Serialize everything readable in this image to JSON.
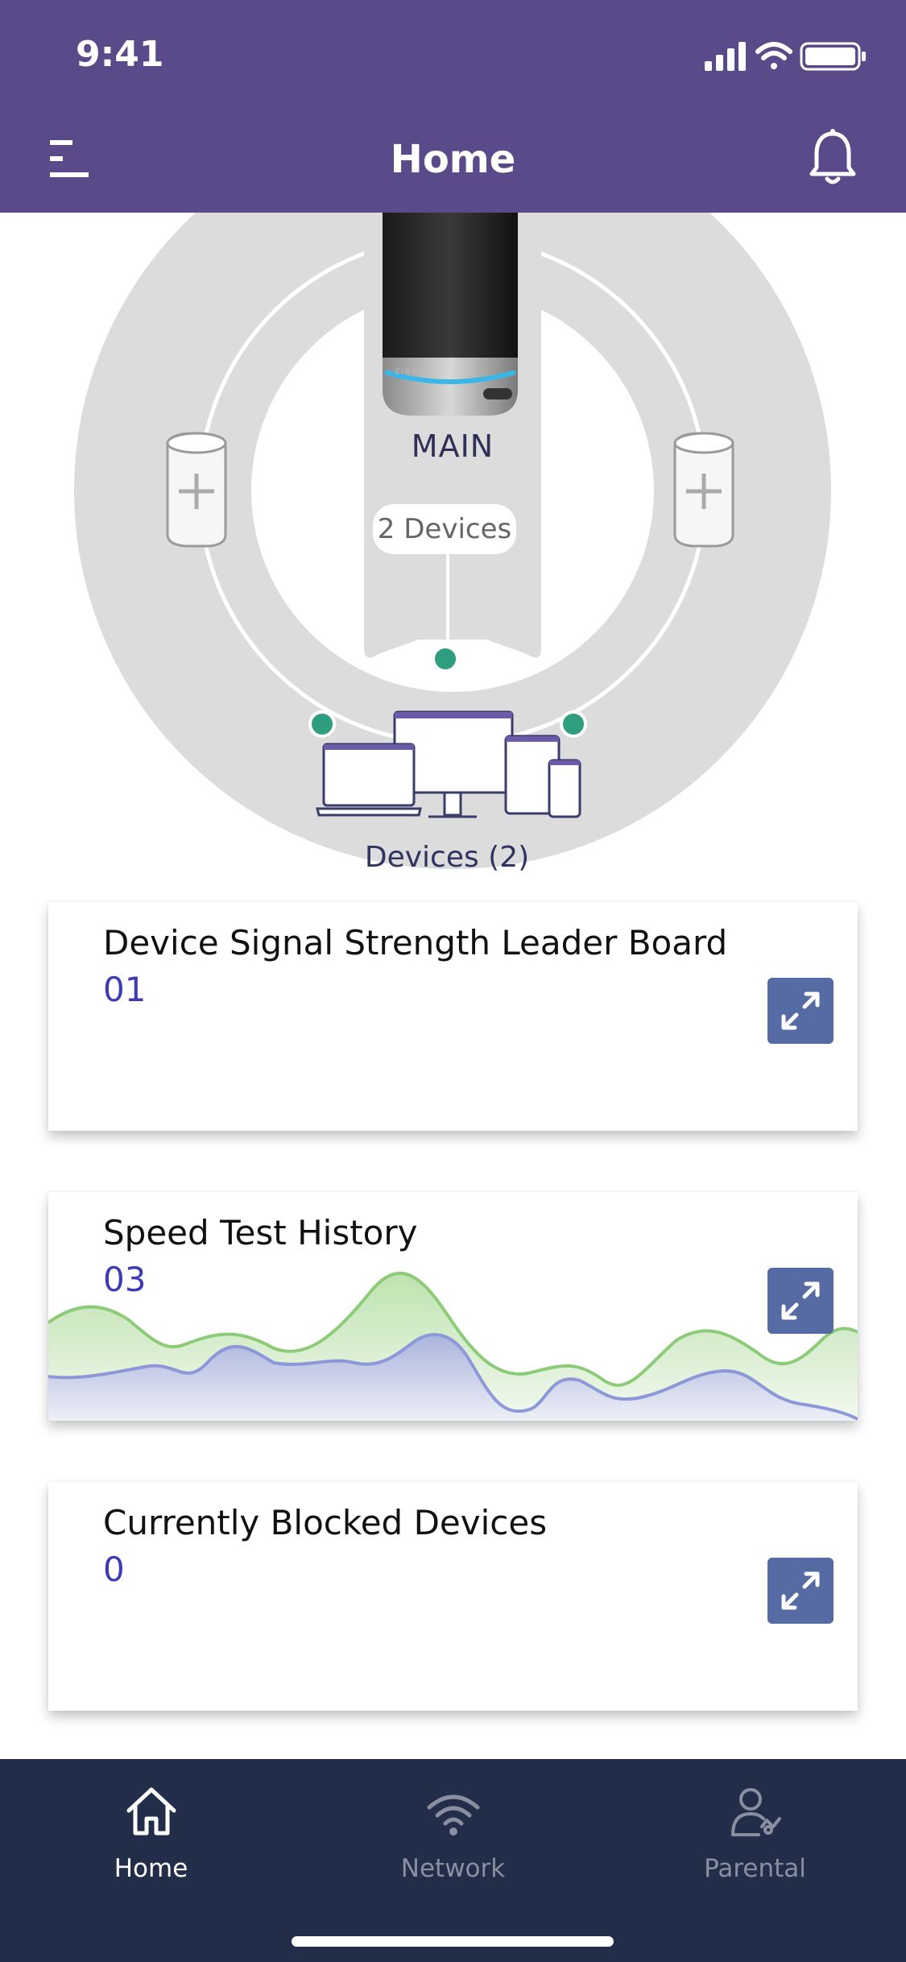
{
  "status_bar": {
    "time": "9:41"
  },
  "nav": {
    "title": "Home"
  },
  "network_map": {
    "router_label": "MAIN",
    "device_count_label": "2 Devices",
    "devices_caption": "Devices (2)",
    "router_brand": "ZIBRA",
    "node_dot_color": "#2f9e80"
  },
  "cards": [
    {
      "title": "Device Signal Strength Leader Board",
      "value": "01"
    },
    {
      "title": "Speed Test History",
      "value": "03"
    },
    {
      "title": "Currently Blocked Devices",
      "value": "0"
    }
  ],
  "tabs": [
    {
      "label": "Home",
      "icon": "home-icon",
      "active": true
    },
    {
      "label": "Network",
      "icon": "wifi-icon",
      "active": false
    },
    {
      "label": "Parental",
      "icon": "parental-icon",
      "active": false
    }
  ],
  "colors": {
    "header": "#5a4a8a",
    "tab_bar": "#222d4a",
    "accent_value": "#3d3ab4",
    "expand_button": "#566aa3"
  }
}
